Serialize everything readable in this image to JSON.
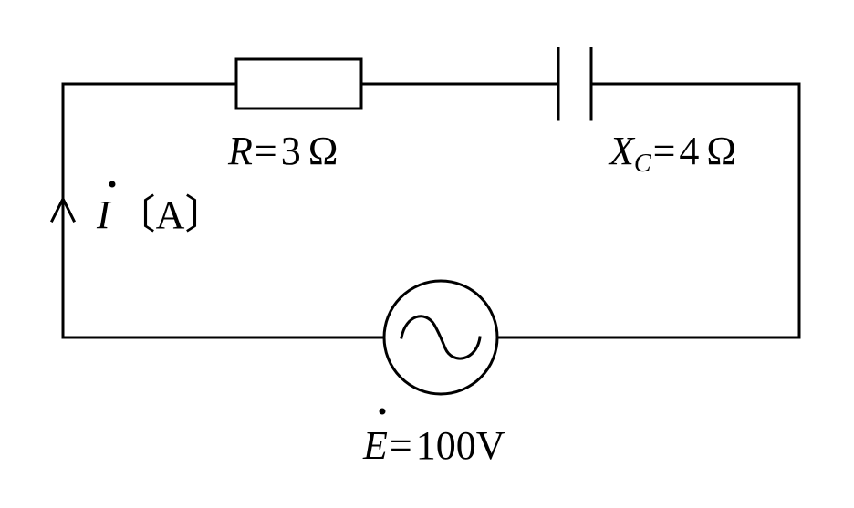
{
  "labels": {
    "resistor": {
      "symbol": "R",
      "equals": "=",
      "value": "3",
      "unit": "Ω"
    },
    "capacitor": {
      "symbol": "X",
      "subscript": "C",
      "equals": "=",
      "value": "4",
      "unit": "Ω"
    },
    "current": {
      "symbol": "I",
      "unit": "〔A〕"
    },
    "source": {
      "symbol": "E",
      "equals": "=",
      "value": "100V"
    }
  }
}
